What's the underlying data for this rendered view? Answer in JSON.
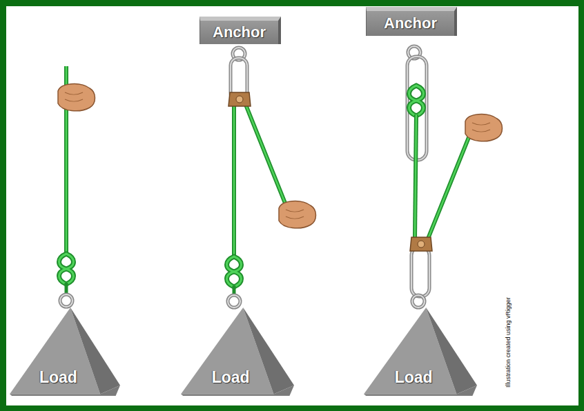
{
  "diagram": {
    "nodes": [
      {
        "text": [
          "Load"
        ]
      },
      {
        "text": [
          "Anchor"
        ]
      },
      {
        "text": [
          "Load"
        ]
      },
      {
        "text": [
          "Anchor"
        ]
      },
      {
        "text": [
          "Load"
        ]
      }
    ],
    "labels": [
      "Illustration created using vRigger"
    ]
  }
}
